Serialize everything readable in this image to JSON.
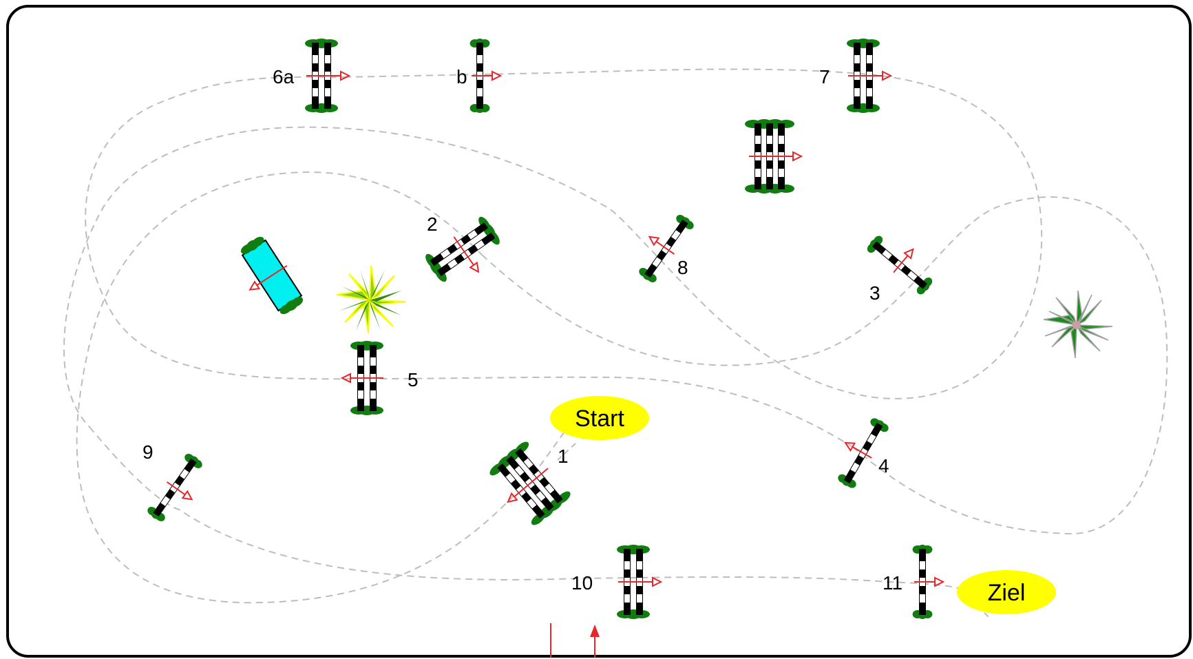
{
  "course": {
    "start_label": "Start",
    "finish_label": "Ziel",
    "obstacles": [
      {
        "id": "1",
        "label": "1",
        "kind": "triple-oxer"
      },
      {
        "id": "2",
        "label": "2",
        "kind": "oxer"
      },
      {
        "id": "3",
        "label": "3",
        "kind": "vertical"
      },
      {
        "id": "4",
        "label": "4",
        "kind": "vertical"
      },
      {
        "id": "5",
        "label": "5",
        "kind": "oxer"
      },
      {
        "id": "6a",
        "label": "6a",
        "kind": "oxer"
      },
      {
        "id": "6b",
        "label": "b",
        "kind": "vertical"
      },
      {
        "id": "7",
        "label": "7",
        "kind": "oxer"
      },
      {
        "id": "8",
        "label": "8",
        "kind": "vertical"
      },
      {
        "id": "9",
        "label": "9",
        "kind": "vertical"
      },
      {
        "id": "10",
        "label": "10",
        "kind": "oxer"
      },
      {
        "id": "11",
        "label": "11",
        "kind": "vertical"
      },
      {
        "id": "spare-triple",
        "label": "",
        "kind": "triple-oxer"
      },
      {
        "id": "water",
        "label": "",
        "kind": "water-jump"
      }
    ],
    "colors": {
      "route": "#bdbdbd",
      "arrow": "#e8262a",
      "pole_dark": "#000000",
      "pole_light": "#ffffff",
      "bush": "#117d11",
      "water": "#00f0f0",
      "oval": "#ffff00"
    },
    "decorations": [
      "plant-yellow-green-icon",
      "plant-dark-green-icon",
      "entrance-arrow-icon"
    ]
  }
}
